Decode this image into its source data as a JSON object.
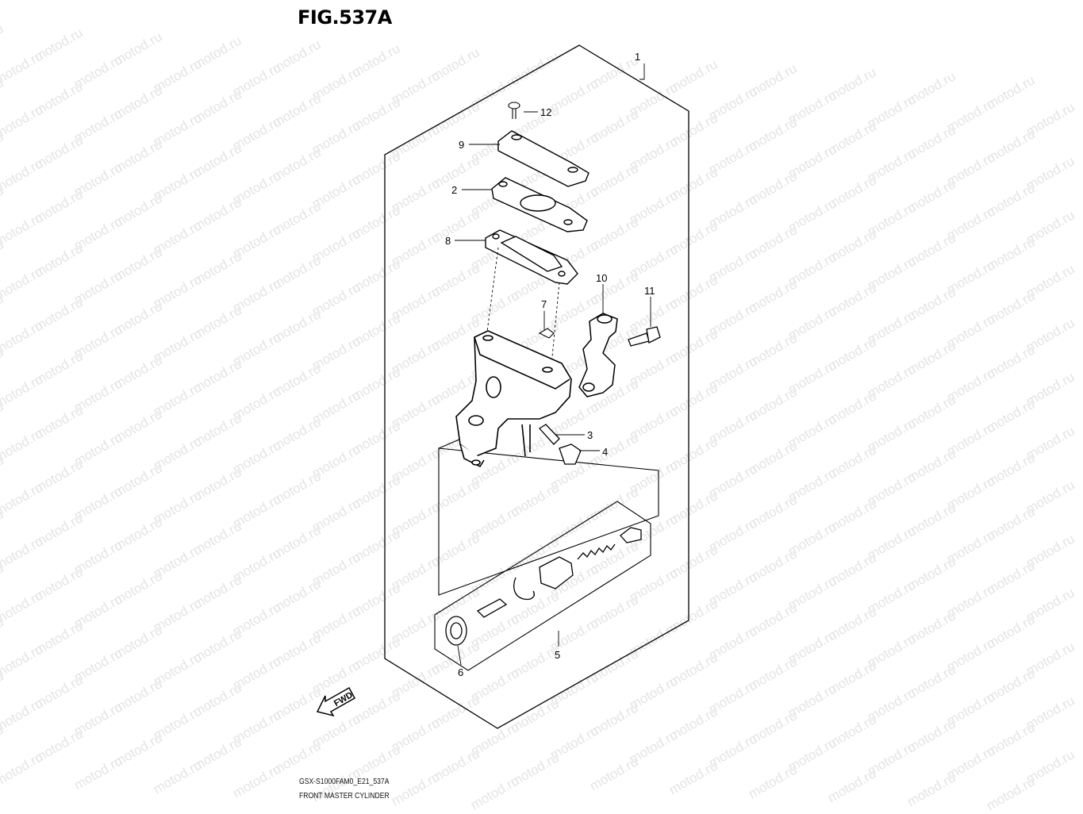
{
  "figure": {
    "title": "FIG.537A",
    "model_code": "GSX-S1000FAM0_E21_537A",
    "assembly_name": "FRONT MASTER CYLINDER"
  },
  "watermark": "motod.ru",
  "fwd_label": "FWD",
  "callouts": [
    {
      "id": "1",
      "text": "1"
    },
    {
      "id": "2",
      "text": "2"
    },
    {
      "id": "3",
      "text": "3"
    },
    {
      "id": "4",
      "text": "4"
    },
    {
      "id": "5",
      "text": "5"
    },
    {
      "id": "6",
      "text": "6"
    },
    {
      "id": "7",
      "text": "7"
    },
    {
      "id": "8",
      "text": "8"
    },
    {
      "id": "9",
      "text": "9"
    },
    {
      "id": "10",
      "text": "10"
    },
    {
      "id": "11",
      "text": "11"
    },
    {
      "id": "12",
      "text": "12"
    }
  ]
}
